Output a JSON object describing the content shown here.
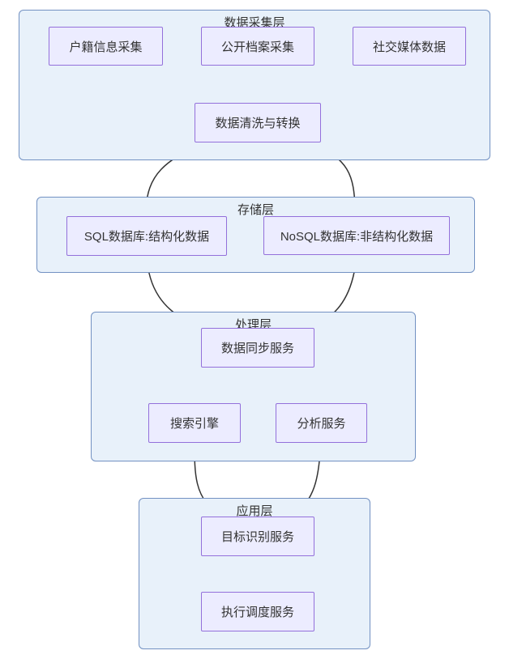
{
  "diagram": {
    "clusters": [
      {
        "id": "collection",
        "title": "数据采集层"
      },
      {
        "id": "storage",
        "title": "存储层"
      },
      {
        "id": "processing",
        "title": "处理层"
      },
      {
        "id": "application",
        "title": "应用层"
      }
    ],
    "nodes": {
      "census": "户籍信息采集",
      "archives": "公开档案采集",
      "social": "社交媒体数据",
      "clean": "数据清洗与转换",
      "sql": "SQL数据库:结构化数据",
      "nosql": "NoSQL数据库:非结构化数据",
      "sync": "数据同步服务",
      "search": "搜索引擎",
      "analysis": "分析服务",
      "target": "目标识别服务",
      "dispatch": "执行调度服务"
    },
    "edges": [
      "census→clean",
      "archives→clean",
      "social→clean",
      "clean→sql",
      "clean→nosql",
      "sql→sync",
      "nosql→sync",
      "sync→search",
      "sync→analysis",
      "search→target",
      "analysis→target",
      "target→dispatch"
    ],
    "colors": {
      "cluster_fill": "#e8f1fa",
      "cluster_border": "#7291c2",
      "node_fill": "#ececff",
      "node_border": "#9370db",
      "edge": "#333333",
      "text": "#333333",
      "background": "#ffffff"
    }
  }
}
